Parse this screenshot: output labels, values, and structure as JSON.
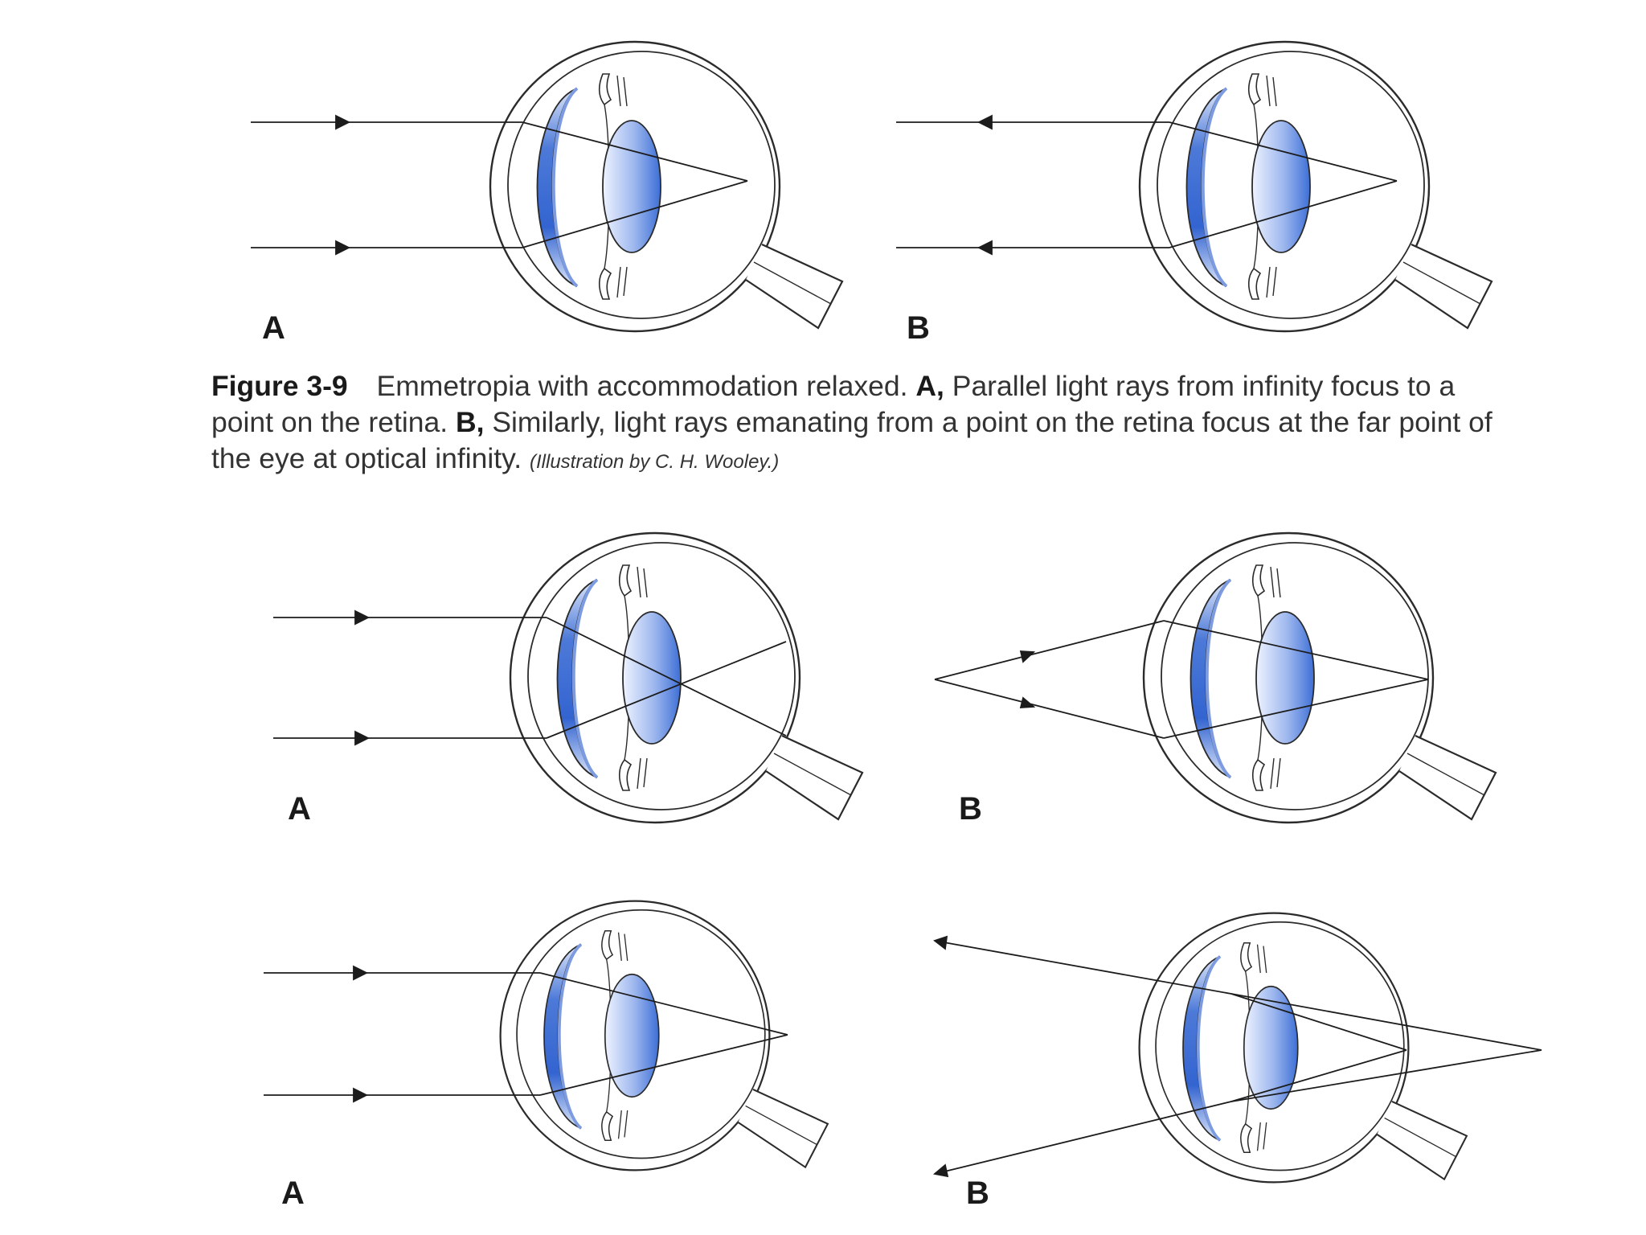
{
  "figure": {
    "caption": {
      "number": "Figure 3-9",
      "intro": "Emmetropia with accommodation relaxed.",
      "a_label": "A,",
      "a_text": "Parallel light rays from infinity focus to a point on the retina.",
      "b_label": "B,",
      "b_text": "Similarly, light rays emanating from a point on the retina focus at the far point of the eye at optical infinity.",
      "credit": "(Illustration by C. H. Wooley.)"
    },
    "panel_labels": [
      "A",
      "B",
      "A",
      "B",
      "A",
      "B"
    ]
  },
  "colors": {
    "outline": "#2b2b2b",
    "ray": "#1c1c1c",
    "lens_blue": "#3d6fd6",
    "lens_light": "#e9f0ff",
    "cornea_blue": "#2f5fcf",
    "label": "#1a1a1a",
    "caption_text": "#333333"
  }
}
